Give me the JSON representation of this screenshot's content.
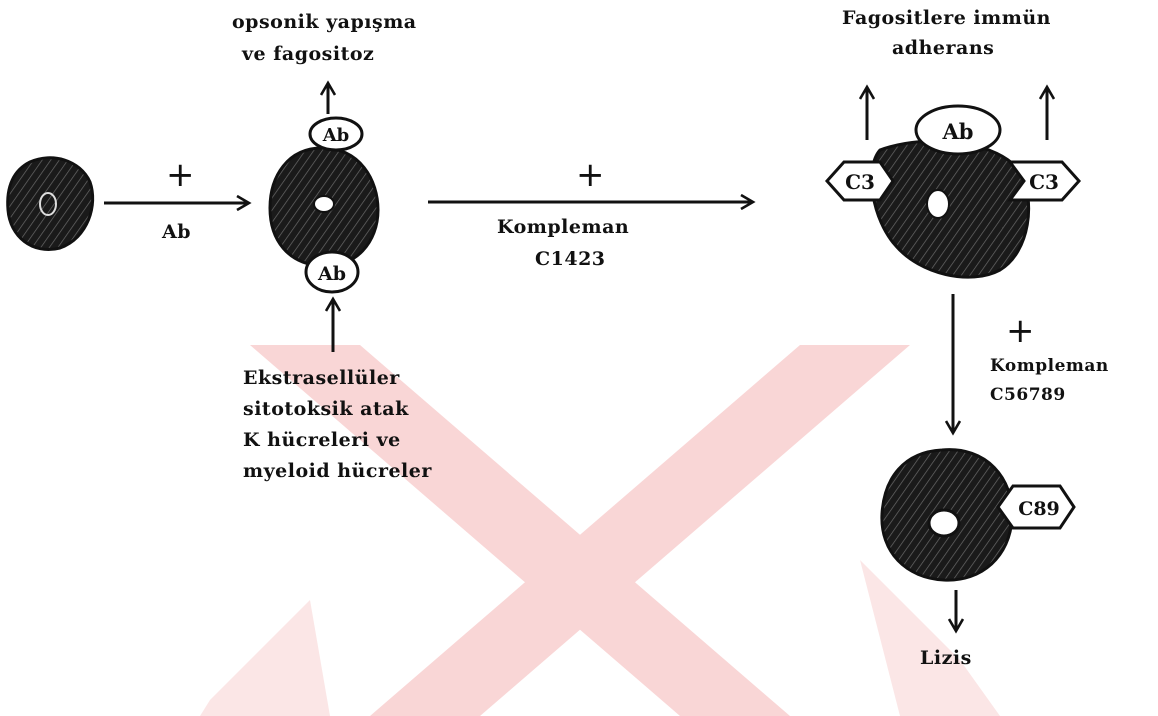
{
  "labels": {
    "opsonic_line1": "opsonik yapışma",
    "opsonic_line2": "ve fagositoz",
    "adherence_line1": "Fagositlere immün",
    "adherence_line2": "adherans",
    "plus_sign": "+",
    "ab_arrow_label": "Ab",
    "complement_step1_line1": "Kompleman",
    "complement_step1_line2": "C1423",
    "complement_step2_line1": "Kompleman",
    "complement_step2_line2": "C56789",
    "cytotoxic_line1": "Ekstrasellüler",
    "cytotoxic_line2": "sitotoksik atak",
    "cytotoxic_line3": "K hücreleri ve",
    "cytotoxic_line4": "myeloid hücreler",
    "lysis": "Lizis"
  },
  "tags": {
    "antibody": "Ab",
    "c3": "C3",
    "c89": "C89"
  },
  "colors": {
    "ink": "#111111",
    "watermark": "#f9d6d6",
    "background": "#ffffff"
  }
}
